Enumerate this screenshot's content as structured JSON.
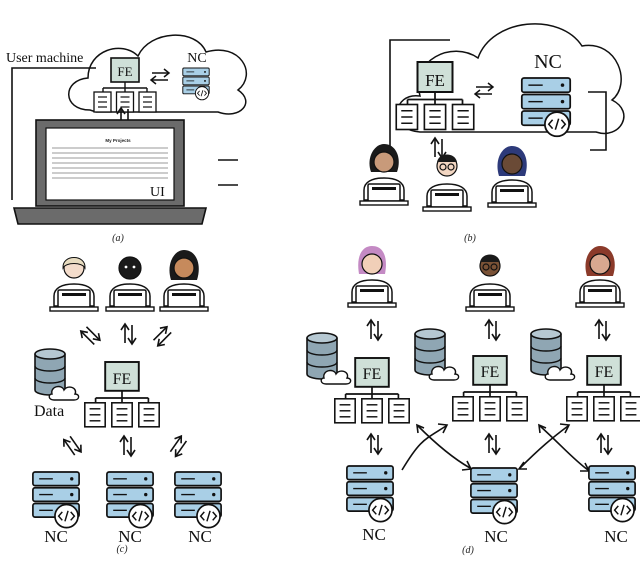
{
  "panel_a": {
    "caption": "(a)",
    "user_machine_label": "User machine",
    "fe_label": "FE",
    "nc_label": "NC",
    "ui_label": "UI",
    "screen_title": "My Projects"
  },
  "panel_b": {
    "caption": "(b)",
    "fe_label": "FE",
    "nc_label": "NC"
  },
  "panel_c": {
    "caption": "(c)",
    "fe_label": "FE",
    "data_label": "Data",
    "nc_labels": [
      "NC",
      "NC",
      "NC"
    ]
  },
  "panel_d": {
    "caption": "(d)",
    "fe_labels": [
      "FE",
      "FE",
      "FE"
    ],
    "nc_labels": [
      "NC",
      "NC",
      "NC"
    ]
  },
  "colors": {
    "server_blue": "#a9cfe6",
    "fe_green": "#cfe0d8",
    "db_gray": "#8fa6b3",
    "laptop_gray": "#6b6b6b",
    "ink": "#111111"
  }
}
